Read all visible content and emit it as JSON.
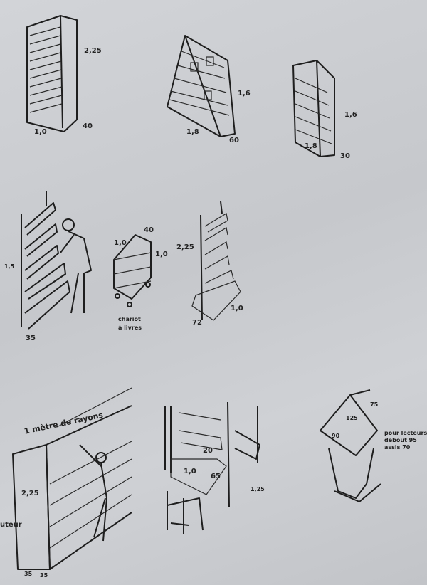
{
  "figures": {
    "shelf_tall": {
      "height": "2,25",
      "width": "1,0",
      "depth": "40"
    },
    "shelf_slanted": {
      "height": "1,6",
      "width": "1,8",
      "depth": "60"
    },
    "shelf_display": {
      "height": "1,6",
      "width": "1,8",
      "depth": "30"
    },
    "wall_shelf": {
      "height": "1,5",
      "depth": "35"
    },
    "book_cart": {
      "width": "1,0",
      "depth": "40",
      "height": "1,0",
      "caption_line1": "chariot",
      "caption_line2": "à livres"
    },
    "double_shelf": {
      "height": "2,25",
      "width": "1,0",
      "depth": "72"
    },
    "bookcase_meter": {
      "caption": "1 mètre de rayons",
      "height": "2,25",
      "side_label": "uteur",
      "depth1": "35",
      "depth2": "35"
    },
    "desk": {
      "shelf_depth": "20",
      "width": "1,0",
      "depth": "65",
      "height": "1,25"
    },
    "lectern": {
      "top": "125",
      "side": "90",
      "depth": "75",
      "note_line1": "pour lecteurs",
      "note_line2": "debout 95",
      "note_line3": "assis 70"
    }
  }
}
